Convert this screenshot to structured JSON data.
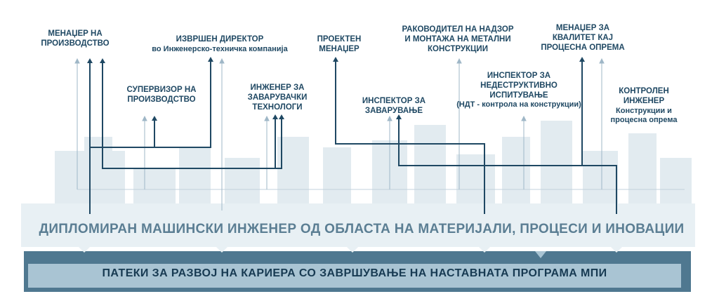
{
  "roles": {
    "production_manager": "МЕНАЏЕР НА ПРОИЗВОДСТВО",
    "executive_director": "ИЗВРШЕН ДИРЕКТОР",
    "executive_director_sub": "во Инженерско-техничка компанија",
    "production_supervisor": "СУПЕРВИЗОР НА ПРОИЗВОДСТВО",
    "welding_engineer": "ИНЖЕНЕР ЗА ЗАВАРУВАЧКИ ТЕХНОЛОГИ",
    "project_manager": "ПРОЕКТЕН МЕНАЏЕР",
    "welding_inspector": "ИНСПЕКТОР ЗА ЗАВАРУВАЊЕ",
    "supervision_manager": "РАКОВОДИТЕЛ НА НАДЗОР И МОНТАЖА НА МЕТАЛНИ КОНСТРУКЦИИ",
    "ndt_inspector": "ИНСПЕКТОР ЗА НЕДЕСТРУКТИВНО ИСПИТУВАЊЕ",
    "ndt_inspector_sub": "(НДТ - контрола на конструкции)",
    "quality_manager": "МЕНАЏЕР ЗА КВАЛИТЕТ КАЈ ПРОЦЕСНА ОПРЕМА",
    "control_engineer": "КОНТРОЛЕН ИНЖЕНЕР",
    "control_engineer_sub": "Конструкции и процесна опрема"
  },
  "degree_title": "ДИПЛОМИРАН МАШИНСКИ ИНЖЕНЕР ОД ОБЛАСТА НА МАТЕРИЈАЛИ, ПРОЦЕСИ И  ИНОВАЦИИ",
  "bar_title": "ПАТЕКИ ЗА РАЗВОЈ НА КАРИЕРА СО  ЗАВРШУВАЊЕ НА НАСТАВНАТА ПРОГРАМА МПИ",
  "colors": {
    "text": "#1f4863",
    "line": "#1f4863",
    "band": "#e8f0f4",
    "bar": "#4f7890",
    "bar_inner": "#a9c4d3"
  }
}
